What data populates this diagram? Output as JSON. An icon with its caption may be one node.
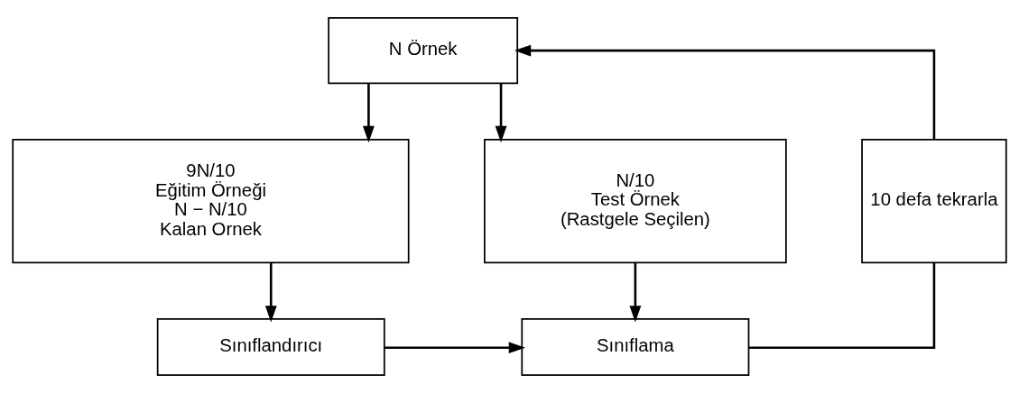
{
  "diagram": {
    "nodes": [
      {
        "text": [
          "N Örnek"
        ]
      },
      {
        "text": [
          "9N/10",
          "Eğitim Örneği",
          "N − N/10",
          "Kalan Ornek"
        ]
      },
      {
        "text": [
          "N/10",
          "Test Örnek",
          "(Rastgele Seçilen)"
        ]
      },
      {
        "text": [
          "Sınıflandırıcı"
        ]
      },
      {
        "text": [
          "Sınıflama"
        ]
      },
      {
        "text": [
          "10 defa tekrarla"
        ]
      }
    ],
    "edges": [
      {
        "from": 0,
        "to": 1,
        "arrow": "to"
      },
      {
        "from": 0,
        "to": 2,
        "arrow": "to"
      },
      {
        "from": 1,
        "to": 3,
        "arrow": "to"
      },
      {
        "from": 2,
        "to": 4,
        "arrow": "to"
      },
      {
        "from": 3,
        "to": 4,
        "arrow": "to"
      },
      {
        "from": 4,
        "to": 5,
        "arrow": "none"
      },
      {
        "from": 5,
        "to": 0,
        "arrow": "to"
      }
    ]
  }
}
